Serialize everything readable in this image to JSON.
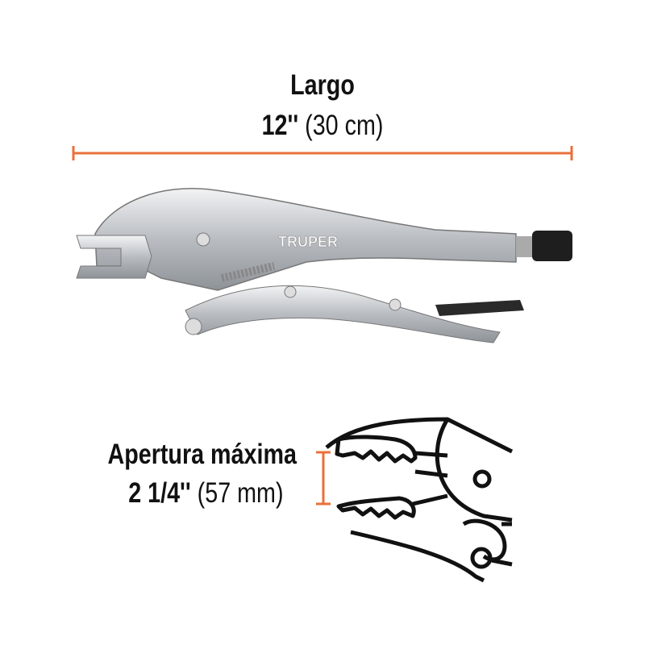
{
  "length": {
    "label": "Largo",
    "value_in": "12''",
    "value_cm": "(30 cm)"
  },
  "opening": {
    "label": "Apertura máxima",
    "value_in": "2 1/4''",
    "value_mm": "(57 mm)"
  },
  "product_logo": "TRUPER",
  "colors": {
    "accent": "#e8703a",
    "text": "#111111",
    "line_art": "#111111",
    "metal": "#c9ccd0"
  }
}
